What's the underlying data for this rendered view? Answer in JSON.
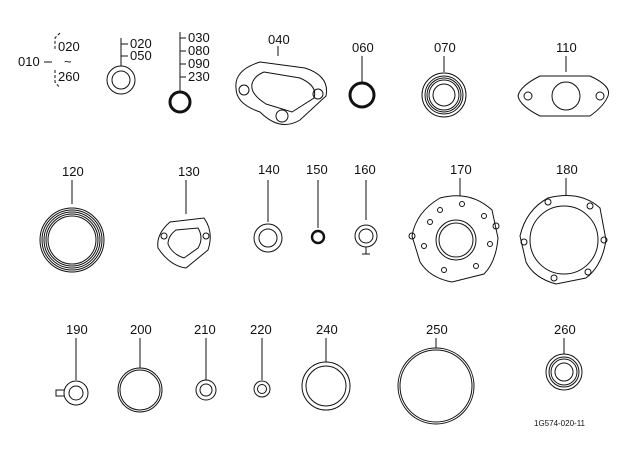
{
  "parts": [
    {
      "id": "p010",
      "label": "010"
    },
    {
      "id": "p010a",
      "label": "020"
    },
    {
      "id": "p010b",
      "label": "~"
    },
    {
      "id": "p010c",
      "label": "260"
    },
    {
      "id": "p020",
      "label": "020"
    },
    {
      "id": "p050",
      "label": "050"
    },
    {
      "id": "p030",
      "label": "030"
    },
    {
      "id": "p080",
      "label": "080"
    },
    {
      "id": "p090",
      "label": "090"
    },
    {
      "id": "p230",
      "label": "230"
    },
    {
      "id": "p040",
      "label": "040"
    },
    {
      "id": "p060",
      "label": "060"
    },
    {
      "id": "p070",
      "label": "070"
    },
    {
      "id": "p110",
      "label": "110"
    },
    {
      "id": "p120",
      "label": "120"
    },
    {
      "id": "p130",
      "label": "130"
    },
    {
      "id": "p140",
      "label": "140"
    },
    {
      "id": "p150",
      "label": "150"
    },
    {
      "id": "p160",
      "label": "160"
    },
    {
      "id": "p170",
      "label": "170"
    },
    {
      "id": "p180",
      "label": "180"
    },
    {
      "id": "p190",
      "label": "190"
    },
    {
      "id": "p200",
      "label": "200"
    },
    {
      "id": "p210",
      "label": "210"
    },
    {
      "id": "p220",
      "label": "220"
    },
    {
      "id": "p240",
      "label": "240"
    },
    {
      "id": "p250",
      "label": "250"
    },
    {
      "id": "p260",
      "label": "260"
    }
  ],
  "figure_code": "1G574-020-11"
}
